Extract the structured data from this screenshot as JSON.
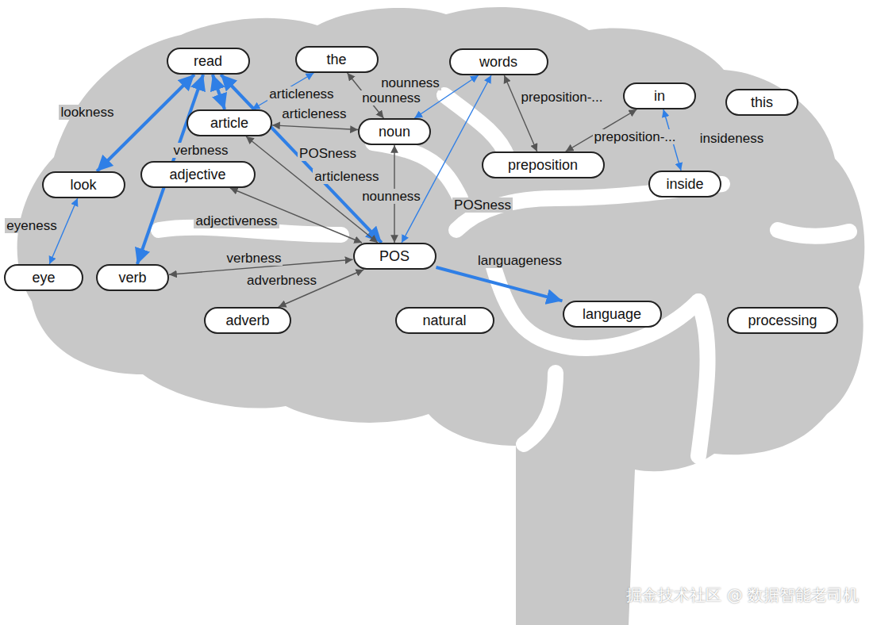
{
  "diagram": {
    "nodes": [
      {
        "text": [
          "read"
        ]
      },
      {
        "text": [
          "the"
        ]
      },
      {
        "text": [
          "words"
        ]
      },
      {
        "text": [
          "in"
        ]
      },
      {
        "text": [
          "this"
        ]
      },
      {
        "text": [
          "article"
        ]
      },
      {
        "text": [
          "noun"
        ]
      },
      {
        "text": [
          "look"
        ]
      },
      {
        "text": [
          "adjective"
        ]
      },
      {
        "text": [
          "preposition"
        ]
      },
      {
        "text": [
          "inside"
        ]
      },
      {
        "text": [
          "POS"
        ]
      },
      {
        "text": [
          "eye"
        ]
      },
      {
        "text": [
          "verb"
        ]
      },
      {
        "text": [
          "language"
        ]
      },
      {
        "text": [
          "adverb"
        ]
      },
      {
        "text": [
          "natural"
        ]
      },
      {
        "text": [
          "processing"
        ]
      }
    ],
    "edges": [
      {
        "from": 7,
        "to": 0,
        "label": "lookness",
        "arrow": "both"
      },
      {
        "from": 12,
        "to": 7,
        "label": "eyeness",
        "arrow": "both"
      },
      {
        "from": 0,
        "to": 13,
        "label": "verbness",
        "arrow": "both"
      },
      {
        "from": 5,
        "to": 0,
        "arrow": "both"
      },
      {
        "from": 5,
        "to": 1,
        "label": "articleness",
        "arrow": "both"
      },
      {
        "from": 1,
        "to": 6,
        "label": "nounness",
        "arrow": "both"
      },
      {
        "from": 6,
        "to": 2,
        "label": "nounness",
        "arrow": "both"
      },
      {
        "from": 6,
        "to": 5,
        "label": "articleness",
        "arrow": "both"
      },
      {
        "from": 0,
        "to": 11,
        "label": "POSness",
        "arrow": "both"
      },
      {
        "from": 5,
        "to": 11,
        "label": "articleness",
        "arrow": "both"
      },
      {
        "from": 6,
        "to": 11,
        "label": "nounness",
        "arrow": "both"
      },
      {
        "from": 8,
        "to": 11,
        "label": "adjectiveness",
        "arrow": "both"
      },
      {
        "from": 13,
        "to": 11,
        "label": "verbness",
        "arrow": "both"
      },
      {
        "from": 15,
        "to": 11,
        "label": "adverbness",
        "arrow": "both"
      },
      {
        "from": 11,
        "to": 2,
        "label": "POSness",
        "arrow": "both"
      },
      {
        "from": 11,
        "to": 14,
        "label": "languageness",
        "arrow": "to"
      },
      {
        "from": 2,
        "to": 9,
        "label": "preposition-...",
        "arrow": "both"
      },
      {
        "from": 3,
        "to": 9,
        "label": "preposition-...",
        "arrow": "both"
      },
      {
        "from": 3,
        "to": 10,
        "label": "insideness",
        "arrow": "both"
      }
    ],
    "labels": [
      "掘金技术社区 @ 数据智能老司机"
    ]
  }
}
